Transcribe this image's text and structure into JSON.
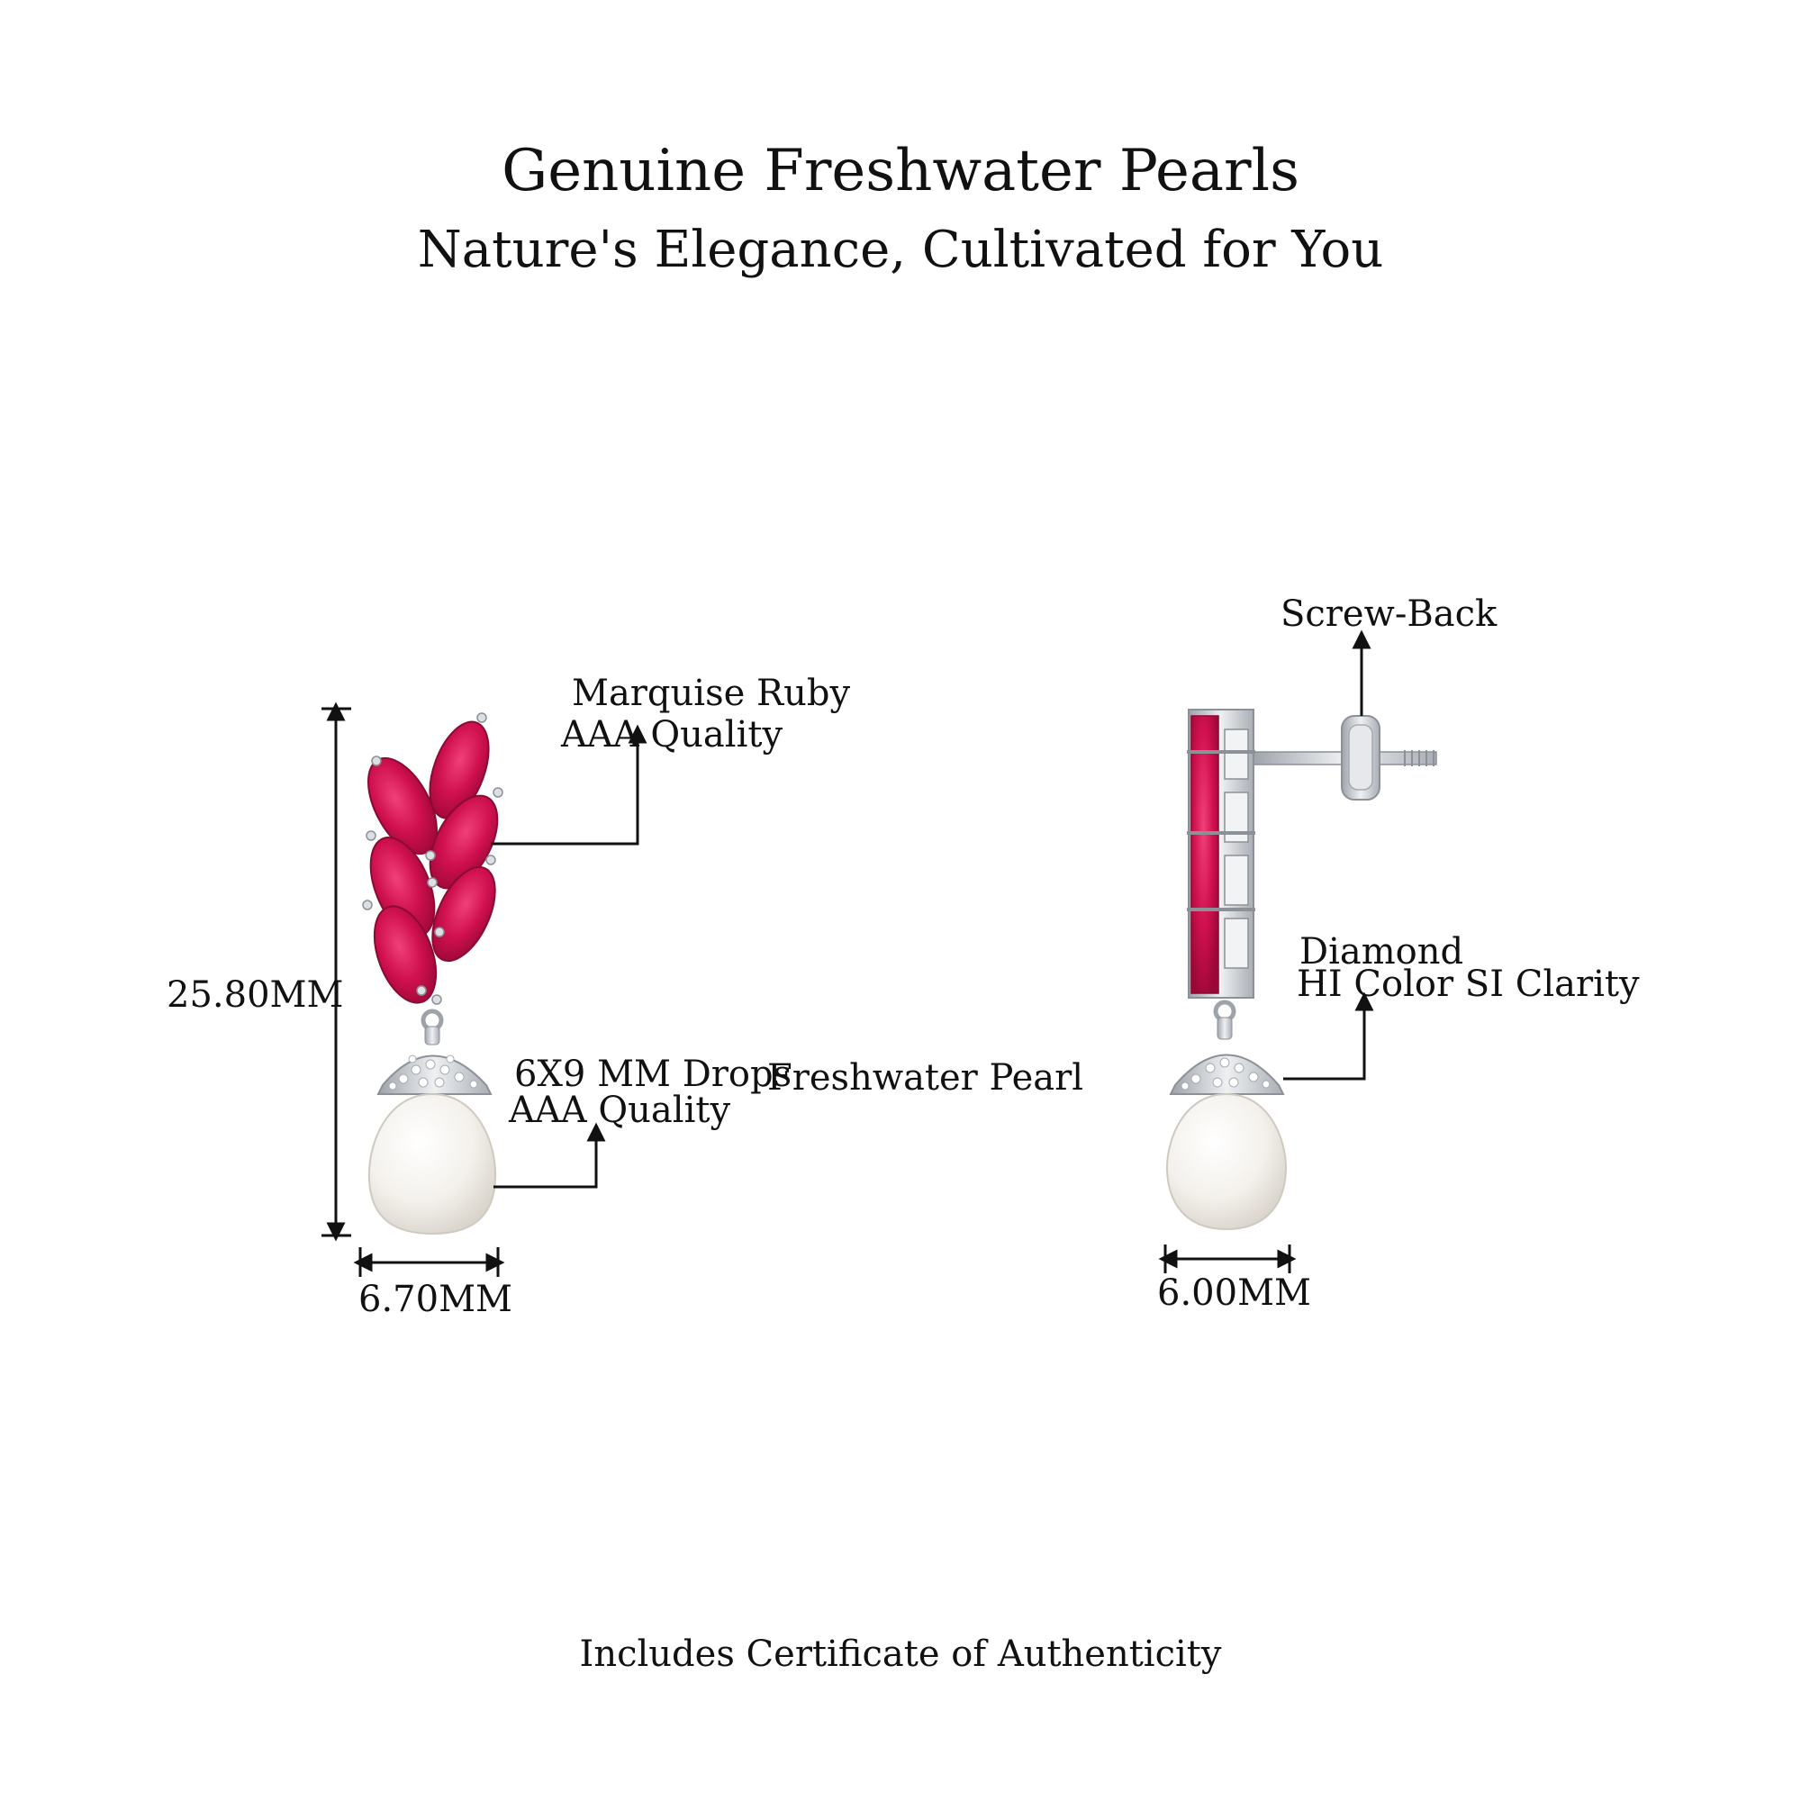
{
  "header": {
    "title": "Genuine Freshwater Pearls",
    "subtitle": "Nature's Elegance, Cultivated for You"
  },
  "front_view": {
    "ruby_label_line1": "Marquise Ruby",
    "ruby_label_line2": "AAA Quality",
    "pearl_label_line1": "6X9 MM Drops",
    "pearl_label_line1b": "Freshwater Pearl",
    "pearl_label_line2": "AAA Quality",
    "height_dimension": "25.80MM",
    "width_dimension": "6.70MM"
  },
  "side_view": {
    "back_label": "Screw-Back",
    "diamond_label_line1": "Diamond",
    "diamond_label_line2": "HI Color SI Clarity",
    "width_dimension": "6.00MM"
  },
  "footer": {
    "text": "Includes Certificate of Authenticity"
  },
  "colors": {
    "ruby": "#d0104f",
    "ruby_dark": "#a00a3a",
    "metal": "#c9ccd1",
    "pearl": "#f6f3ee",
    "ink": "#111111"
  }
}
